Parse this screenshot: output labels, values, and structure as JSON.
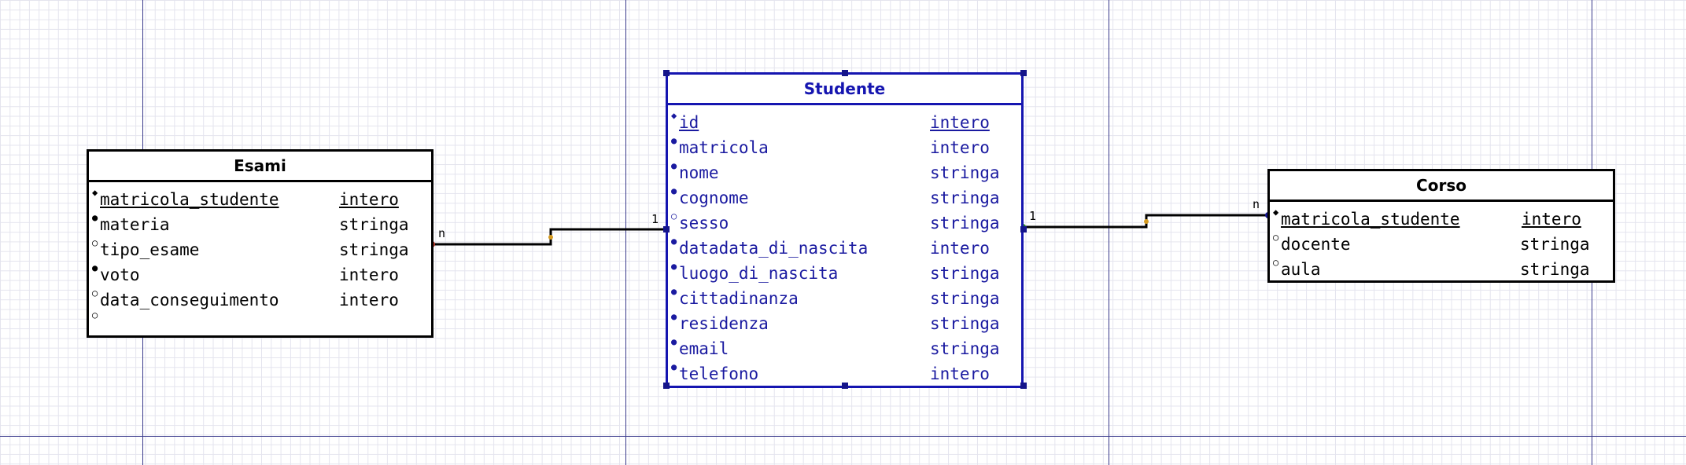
{
  "entities": {
    "esami": {
      "title": "Esami",
      "attributes": [
        {
          "name": "matricola_studente",
          "type": "intero",
          "marker": "◆",
          "key": true
        },
        {
          "name": "materia",
          "type": "stringa",
          "marker": "●",
          "key": false
        },
        {
          "name": "tipo_esame",
          "type": "stringa",
          "marker": "○",
          "key": false
        },
        {
          "name": "voto",
          "type": "intero",
          "marker": "●",
          "key": false
        },
        {
          "name": "data_conseguimento",
          "type": "intero",
          "marker": "○",
          "key": false
        },
        {
          "name": "",
          "type": "",
          "marker": "○",
          "key": false
        }
      ]
    },
    "studente": {
      "title": "Studente",
      "attributes": [
        {
          "name": "id",
          "type": "intero",
          "marker": "◆",
          "key": true
        },
        {
          "name": "matricola",
          "type": "intero",
          "marker": "●",
          "key": false
        },
        {
          "name": "nome",
          "type": "stringa",
          "marker": "●",
          "key": false
        },
        {
          "name": "cognome",
          "type": "stringa",
          "marker": "●",
          "key": false
        },
        {
          "name": "sesso",
          "type": "stringa",
          "marker": "○",
          "key": false
        },
        {
          "name": "datadata_di_nascita",
          "type": "intero",
          "marker": "●",
          "key": false
        },
        {
          "name": "luogo_di_nascita",
          "type": "stringa",
          "marker": "●",
          "key": false
        },
        {
          "name": "cittadinanza",
          "type": "stringa",
          "marker": "●",
          "key": false
        },
        {
          "name": "residenza",
          "type": "stringa",
          "marker": "●",
          "key": false
        },
        {
          "name": "email",
          "type": "stringa",
          "marker": "●",
          "key": false
        },
        {
          "name": "telefono",
          "type": "intero",
          "marker": "●",
          "key": false
        }
      ]
    },
    "corso": {
      "title": "Corso",
      "attributes": [
        {
          "name": "matricola_studente",
          "type": "intero",
          "marker": "◆",
          "key": true
        },
        {
          "name": "docente",
          "type": "stringa",
          "marker": "○",
          "key": false
        },
        {
          "name": "aula",
          "type": "stringa",
          "marker": "○",
          "key": false
        }
      ]
    }
  },
  "relations": {
    "esami_studente": {
      "from_card": "n",
      "to_card": "1"
    },
    "studente_corso": {
      "from_card": "1",
      "to_card": "n"
    }
  },
  "colors": {
    "selected": "#1515b0",
    "line": "#000000",
    "guide": "#3a3a8c"
  }
}
